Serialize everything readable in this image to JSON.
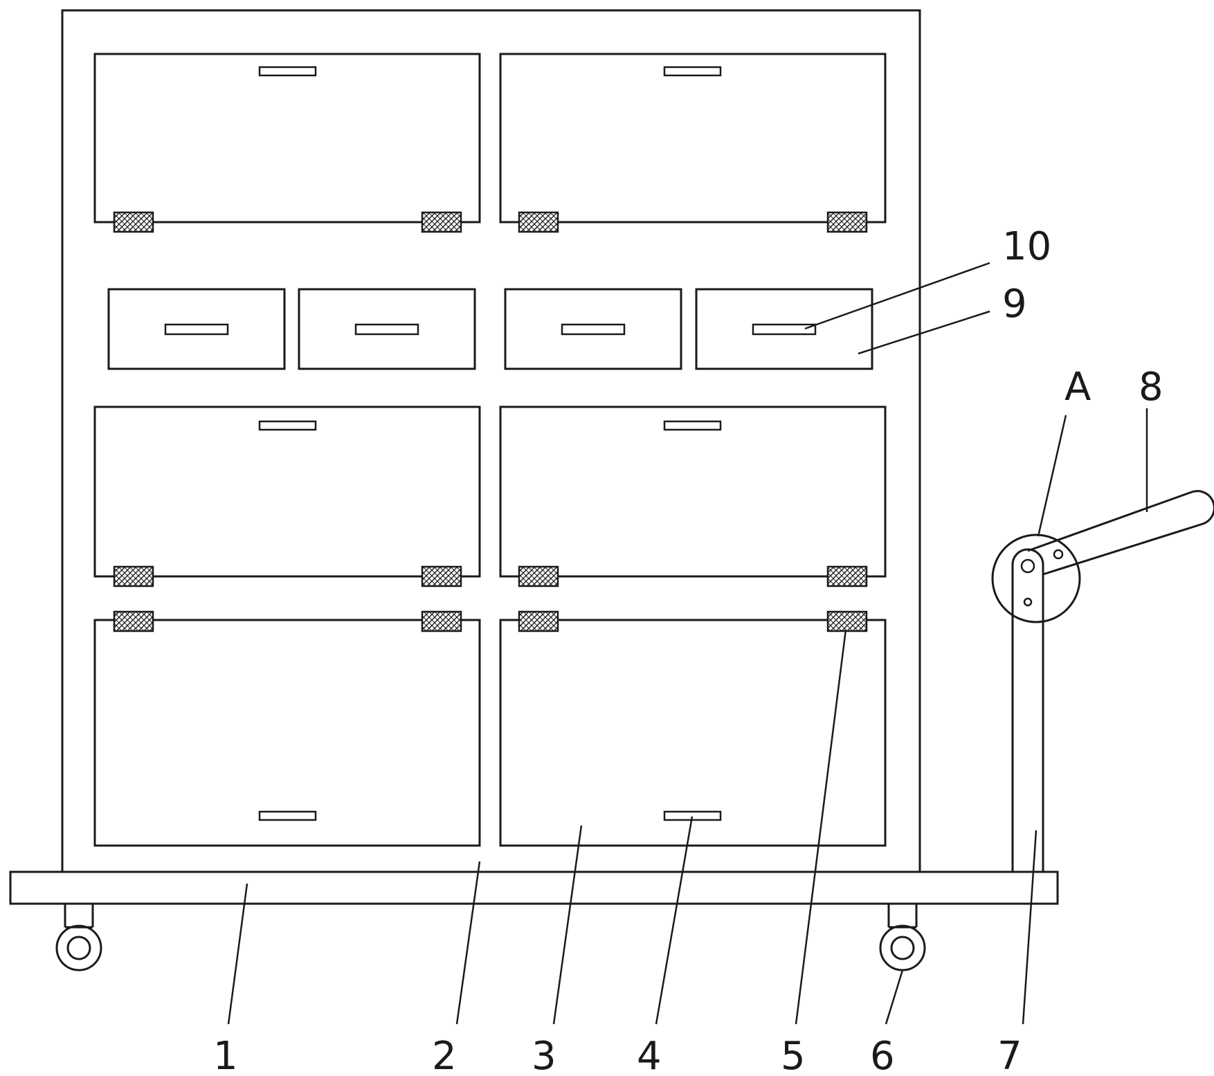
{
  "figure": {
    "callouts": [
      {
        "id": "c1",
        "text": "1"
      },
      {
        "id": "c2",
        "text": "2"
      },
      {
        "id": "c3",
        "text": "3"
      },
      {
        "id": "c4",
        "text": "4"
      },
      {
        "id": "c5",
        "text": "5"
      },
      {
        "id": "c6",
        "text": "6"
      },
      {
        "id": "c7",
        "text": "7"
      },
      {
        "id": "c8",
        "text": "8"
      },
      {
        "id": "c9",
        "text": "9"
      },
      {
        "id": "c10",
        "text": "10"
      },
      {
        "id": "cA",
        "text": "A"
      }
    ]
  }
}
